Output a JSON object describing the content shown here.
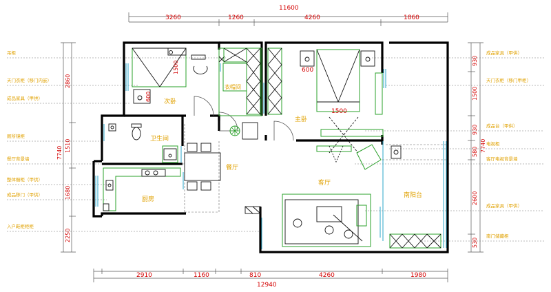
{
  "top_dimensions": {
    "total": "11600",
    "segments": [
      "3260",
      "1260",
      "4260",
      "1860"
    ]
  },
  "bottom_dimensions": {
    "total": "12940",
    "segments": [
      "2910",
      "1160",
      "810",
      "4260",
      "1980"
    ]
  },
  "left_dimensions": {
    "total": "7740",
    "segments": [
      "2860",
      "1510",
      "1680",
      "2250"
    ]
  },
  "right_dimensions": {
    "total": "7740",
    "segments": [
      "930",
      "1500",
      "930",
      "580",
      "2600",
      "530"
    ]
  },
  "left_labels": [
    "吊柜",
    "天门衣柜（移门内嵌）",
    "成品家具（甲供）",
    "厕所镜柜",
    "餐厅背景墙",
    "整体橱柜（甲供）",
    "成品移门（甲供）",
    "入户鞋柜柜柜"
  ],
  "right_labels": [
    "成品家具（甲供）",
    "天门衣柜（移门甲柜）",
    "成品台（甲供）",
    "电视柜",
    "客厅电视背景墙",
    "成品家具（甲供）",
    "南门储藏柜"
  ],
  "rooms": {
    "second_bedroom": "次卧",
    "cloakroom": "衣帽间",
    "master_bedroom": "主卧",
    "bathroom": "卫生间",
    "dining": "餐厅",
    "living": "客厅",
    "kitchen": "厨房",
    "south_balcony": "南阳台"
  },
  "furniture_dims": {
    "wardrobe_600_a": "600",
    "wardrobe_600_b": "600",
    "wardrobe_1500": "1500",
    "bed_1500": "1500"
  }
}
